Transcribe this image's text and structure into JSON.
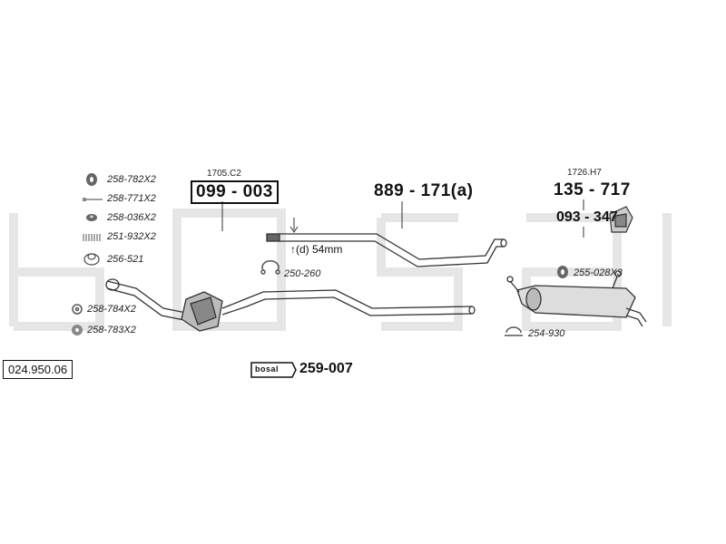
{
  "catalog_number": "024.950.06",
  "watermark_brand": "bosal",
  "brand_badge": "bosal",
  "parts": {
    "front_pipe": {
      "ref": "1705.C2",
      "number": "099 - 003"
    },
    "middle_pipe": {
      "number": "889 - 171(a)",
      "note": "↑(d) 54mm"
    },
    "rear_silencer": {
      "ref": "1726.H7",
      "number": "135 - 717"
    },
    "mount": {
      "number": "093 - 347"
    },
    "kit": {
      "number": "259-007"
    }
  },
  "accessories": [
    {
      "code": "258-782X2",
      "icon": "rubber-ring-icon"
    },
    {
      "code": "258-771X2",
      "icon": "bolt-icon"
    },
    {
      "code": "258-036X2",
      "icon": "nut-icon"
    },
    {
      "code": "251-932X2",
      "icon": "spring-icon"
    },
    {
      "code": "256-521",
      "icon": "gasket-icon"
    },
    {
      "code": "258-784X2",
      "icon": "washer-icon"
    },
    {
      "code": "258-783X2",
      "icon": "washer-icon"
    },
    {
      "code": "250-260",
      "icon": "clamp-icon"
    },
    {
      "code": "255-028X3",
      "icon": "rubber-ring-icon"
    },
    {
      "code": "254-930",
      "icon": "clamp-icon"
    }
  ]
}
